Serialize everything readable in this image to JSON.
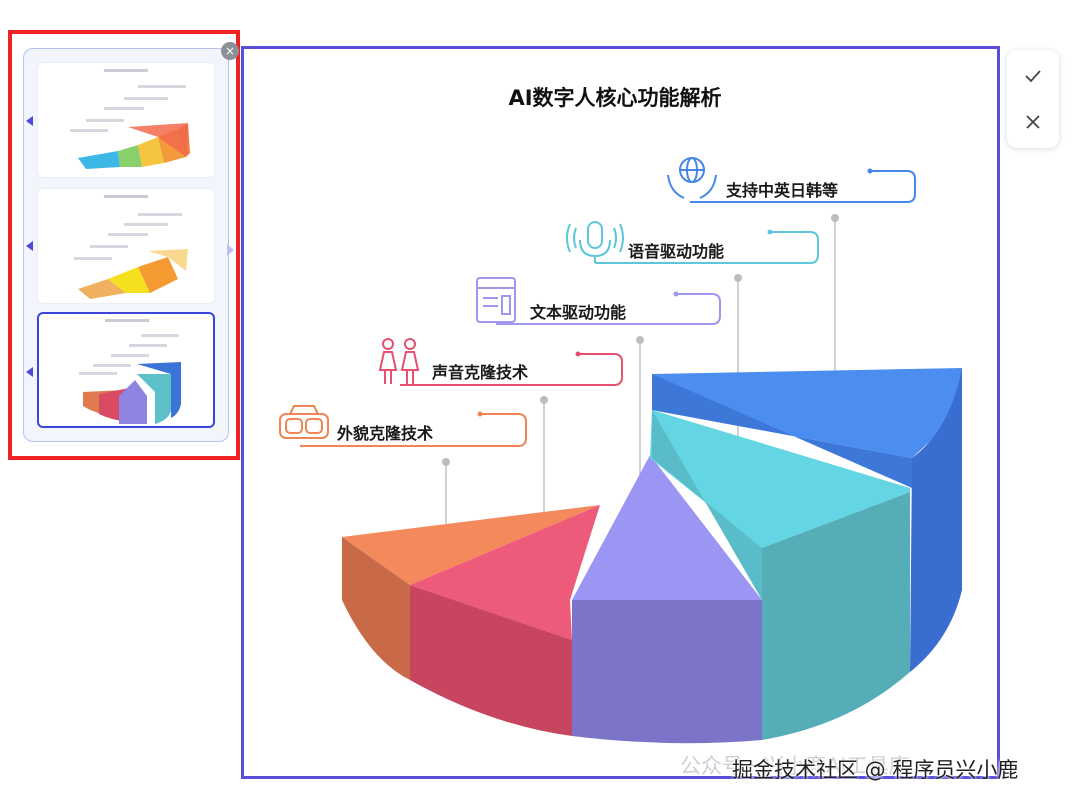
{
  "panel": {
    "close_label": "×"
  },
  "slide": {
    "title": "AI数字人核心功能解析",
    "labels": [
      {
        "text": "外貌克隆技术",
        "color": "#ef8454",
        "icon": "vr-headset-icon"
      },
      {
        "text": "声音克隆技术",
        "color": "#e8506f",
        "icon": "people-icon"
      },
      {
        "text": "文本驱动功能",
        "color": "#9d97ee",
        "icon": "document-icon"
      },
      {
        "text": "语音驱动功能",
        "color": "#5bc7d9",
        "icon": "microphone-icon"
      },
      {
        "text": "支持中英日韩等",
        "color": "#4688e8",
        "icon": "globe-hands-icon"
      }
    ]
  },
  "actions": {
    "confirm_label": "✓",
    "cancel_label": "✕"
  },
  "watermark": {
    "back": "公众号 · 兴小鹿AI工具库",
    "front": "掘金技术社区 @ 程序员兴小鹿"
  }
}
